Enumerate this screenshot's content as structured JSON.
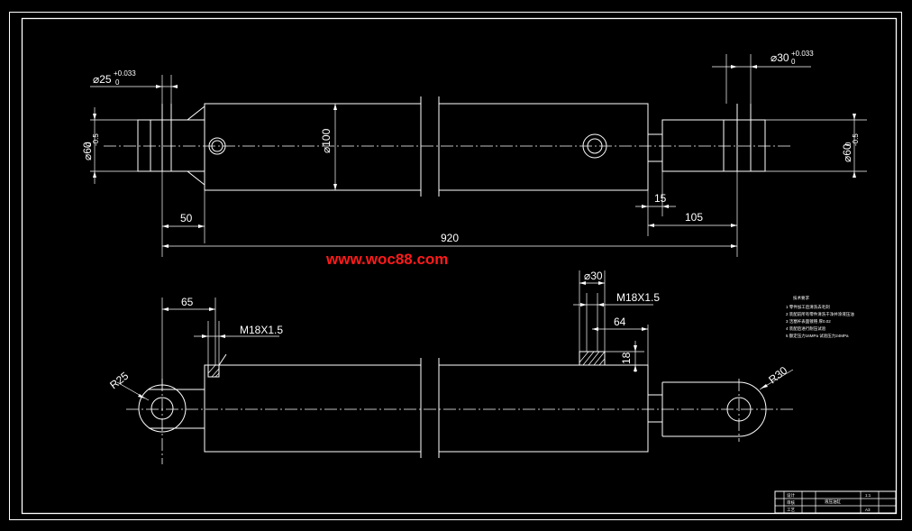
{
  "watermark": "www.woc88.com",
  "dims": {
    "d_rod_end_left": "⌀25",
    "d_rod_end_left_tol_upper": "+0.033",
    "d_rod_end_left_tol_lower": "0",
    "d_end_left": "⌀60",
    "d_end_left_tol_upper": "0",
    "d_end_left_tol_lower": "-0.5",
    "d_barrel": "⌀100",
    "d_rod_end_right": "⌀30",
    "d_rod_end_right_tol_upper": "+0.033",
    "d_rod_end_right_tol_lower": "0",
    "d_end_right": "⌀60",
    "d_end_right_tol_upper": "0",
    "d_end_right_tol_lower": "-0.5",
    "len_50": "50",
    "len_920": "920",
    "len_15": "15",
    "len_105": "105",
    "len_65": "65",
    "thread_left": "M18X1.5",
    "d_port_30": "⌀30",
    "thread_right": "M18X1.5",
    "len_64": "64",
    "len_18": "18",
    "radius_left": "R25",
    "radius_right": "R30"
  },
  "tech_notes": {
    "title": "技术要求",
    "items": [
      "1 零件加工后清洗去毛刺",
      "2 装配前所有零件清洗干净并涂液压油",
      "3 活塞杆表面镀铬 厚0.02",
      "4 装配后进行耐压试验",
      "5 额定压力16MPa 试验压力24MPa"
    ]
  },
  "title_block": {
    "cells": [
      "设计",
      "液压油缸",
      "1:1",
      "审核",
      "",
      "",
      "工艺",
      "",
      "A3"
    ]
  }
}
